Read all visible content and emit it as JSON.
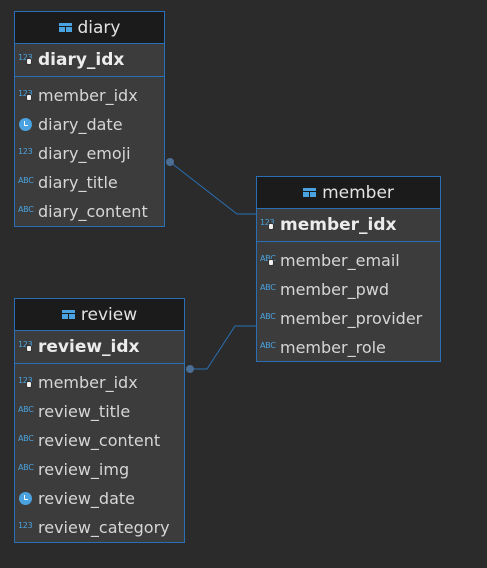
{
  "tables": {
    "diary": {
      "title": "diary",
      "pk": {
        "name": "diary_idx",
        "icon": "numeric-key-icon"
      },
      "columns": [
        {
          "name": "member_idx",
          "icon": "numeric-key-icon"
        },
        {
          "name": "diary_date",
          "icon": "clock-icon"
        },
        {
          "name": "diary_emoji",
          "icon": "numeric-icon"
        },
        {
          "name": "diary_title",
          "icon": "text-icon"
        },
        {
          "name": "diary_content",
          "icon": "text-icon"
        }
      ]
    },
    "member": {
      "title": "member",
      "pk": {
        "name": "member_idx",
        "icon": "numeric-key-icon"
      },
      "columns": [
        {
          "name": "member_email",
          "icon": "text-key-icon"
        },
        {
          "name": "member_pwd",
          "icon": "text-icon"
        },
        {
          "name": "member_provider",
          "icon": "text-icon"
        },
        {
          "name": "member_role",
          "icon": "text-icon"
        }
      ]
    },
    "review": {
      "title": "review",
      "pk": {
        "name": "review_idx",
        "icon": "numeric-key-icon"
      },
      "columns": [
        {
          "name": "member_idx",
          "icon": "numeric-key-icon"
        },
        {
          "name": "review_title",
          "icon": "text-icon"
        },
        {
          "name": "review_content",
          "icon": "text-icon"
        },
        {
          "name": "review_img",
          "icon": "text-icon"
        },
        {
          "name": "review_date",
          "icon": "clock-icon"
        },
        {
          "name": "review_category",
          "icon": "numeric-icon"
        }
      ]
    }
  },
  "icon_glyphs": {
    "numeric": "123",
    "text": "ABC"
  },
  "colors": {
    "background": "#2b2b2b",
    "border": "#2a6fb5",
    "header": "#1b1b1b",
    "body": "#3c3c3c",
    "accent": "#4aa3e0"
  },
  "relations": [
    {
      "from": "diary",
      "to": "member"
    },
    {
      "from": "review",
      "to": "member"
    }
  ]
}
